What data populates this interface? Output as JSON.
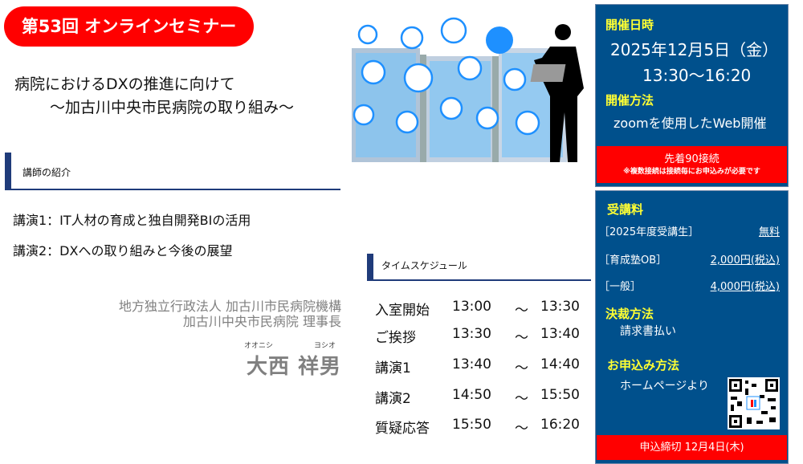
{
  "header": {
    "badge": "第53回 オンラインセミナー",
    "title_line1": "病院におけるDXの推進に向けて",
    "title_line2": "～加古川中央市民病院の取り組み～"
  },
  "speaker_section": {
    "heading": "講師の紹介",
    "talks": [
      "講演1：IT人材の育成と独自開発BIの活用",
      "講演2：DXへの取り組みと今後の展望"
    ],
    "org_line1": "地方独立行政法人 加古川市民病院機構",
    "org_line2": "加古川中央市民病院 理事長",
    "furigana_family": "オオニシ",
    "furigana_given": "ヨシオ",
    "name": "大西 祥男"
  },
  "schedule": {
    "heading": "タイムスケジュール",
    "rows": [
      {
        "label": "入室開始",
        "start": "13:00",
        "sep": "～",
        "end": "13:30"
      },
      {
        "label": "ご挨拶",
        "start": "13:30",
        "sep": "～",
        "end": "13:40"
      },
      {
        "label": "講演1",
        "start": "13:40",
        "sep": "～",
        "end": "14:40"
      },
      {
        "label": "講演2",
        "start": "14:50",
        "sep": "～",
        "end": "15:50"
      },
      {
        "label": "質疑応答",
        "start": "15:50",
        "sep": "～",
        "end": "16:20"
      }
    ]
  },
  "info": {
    "date_label": "開催日時",
    "date": "2025年12月5日（金）",
    "time": "13:30～16:20",
    "method_label": "開催方法",
    "method": "zoomを使用したWeb開催",
    "capacity": "先着90接続",
    "capacity_note": "※複数接続は接続毎にお申込みが必要です"
  },
  "fees": {
    "label": "受講料",
    "items": [
      {
        "type": "［2025年度受講生］",
        "price": "無料"
      },
      {
        "type": "［育成塾OB］",
        "price": "2,000円(税込)"
      },
      {
        "type": "［一般］",
        "price": "4,000円(税込)"
      }
    ],
    "payment_label": "決裁方法",
    "payment": "請求書払い",
    "apply_label": "お申込み方法",
    "apply": "ホームページより",
    "deadline": "申込締切 12月4日(木)"
  },
  "colors": {
    "navy": "#00508c",
    "red": "#ff0000",
    "yellow": "#ffff33",
    "accent": "#1f3b7a"
  }
}
